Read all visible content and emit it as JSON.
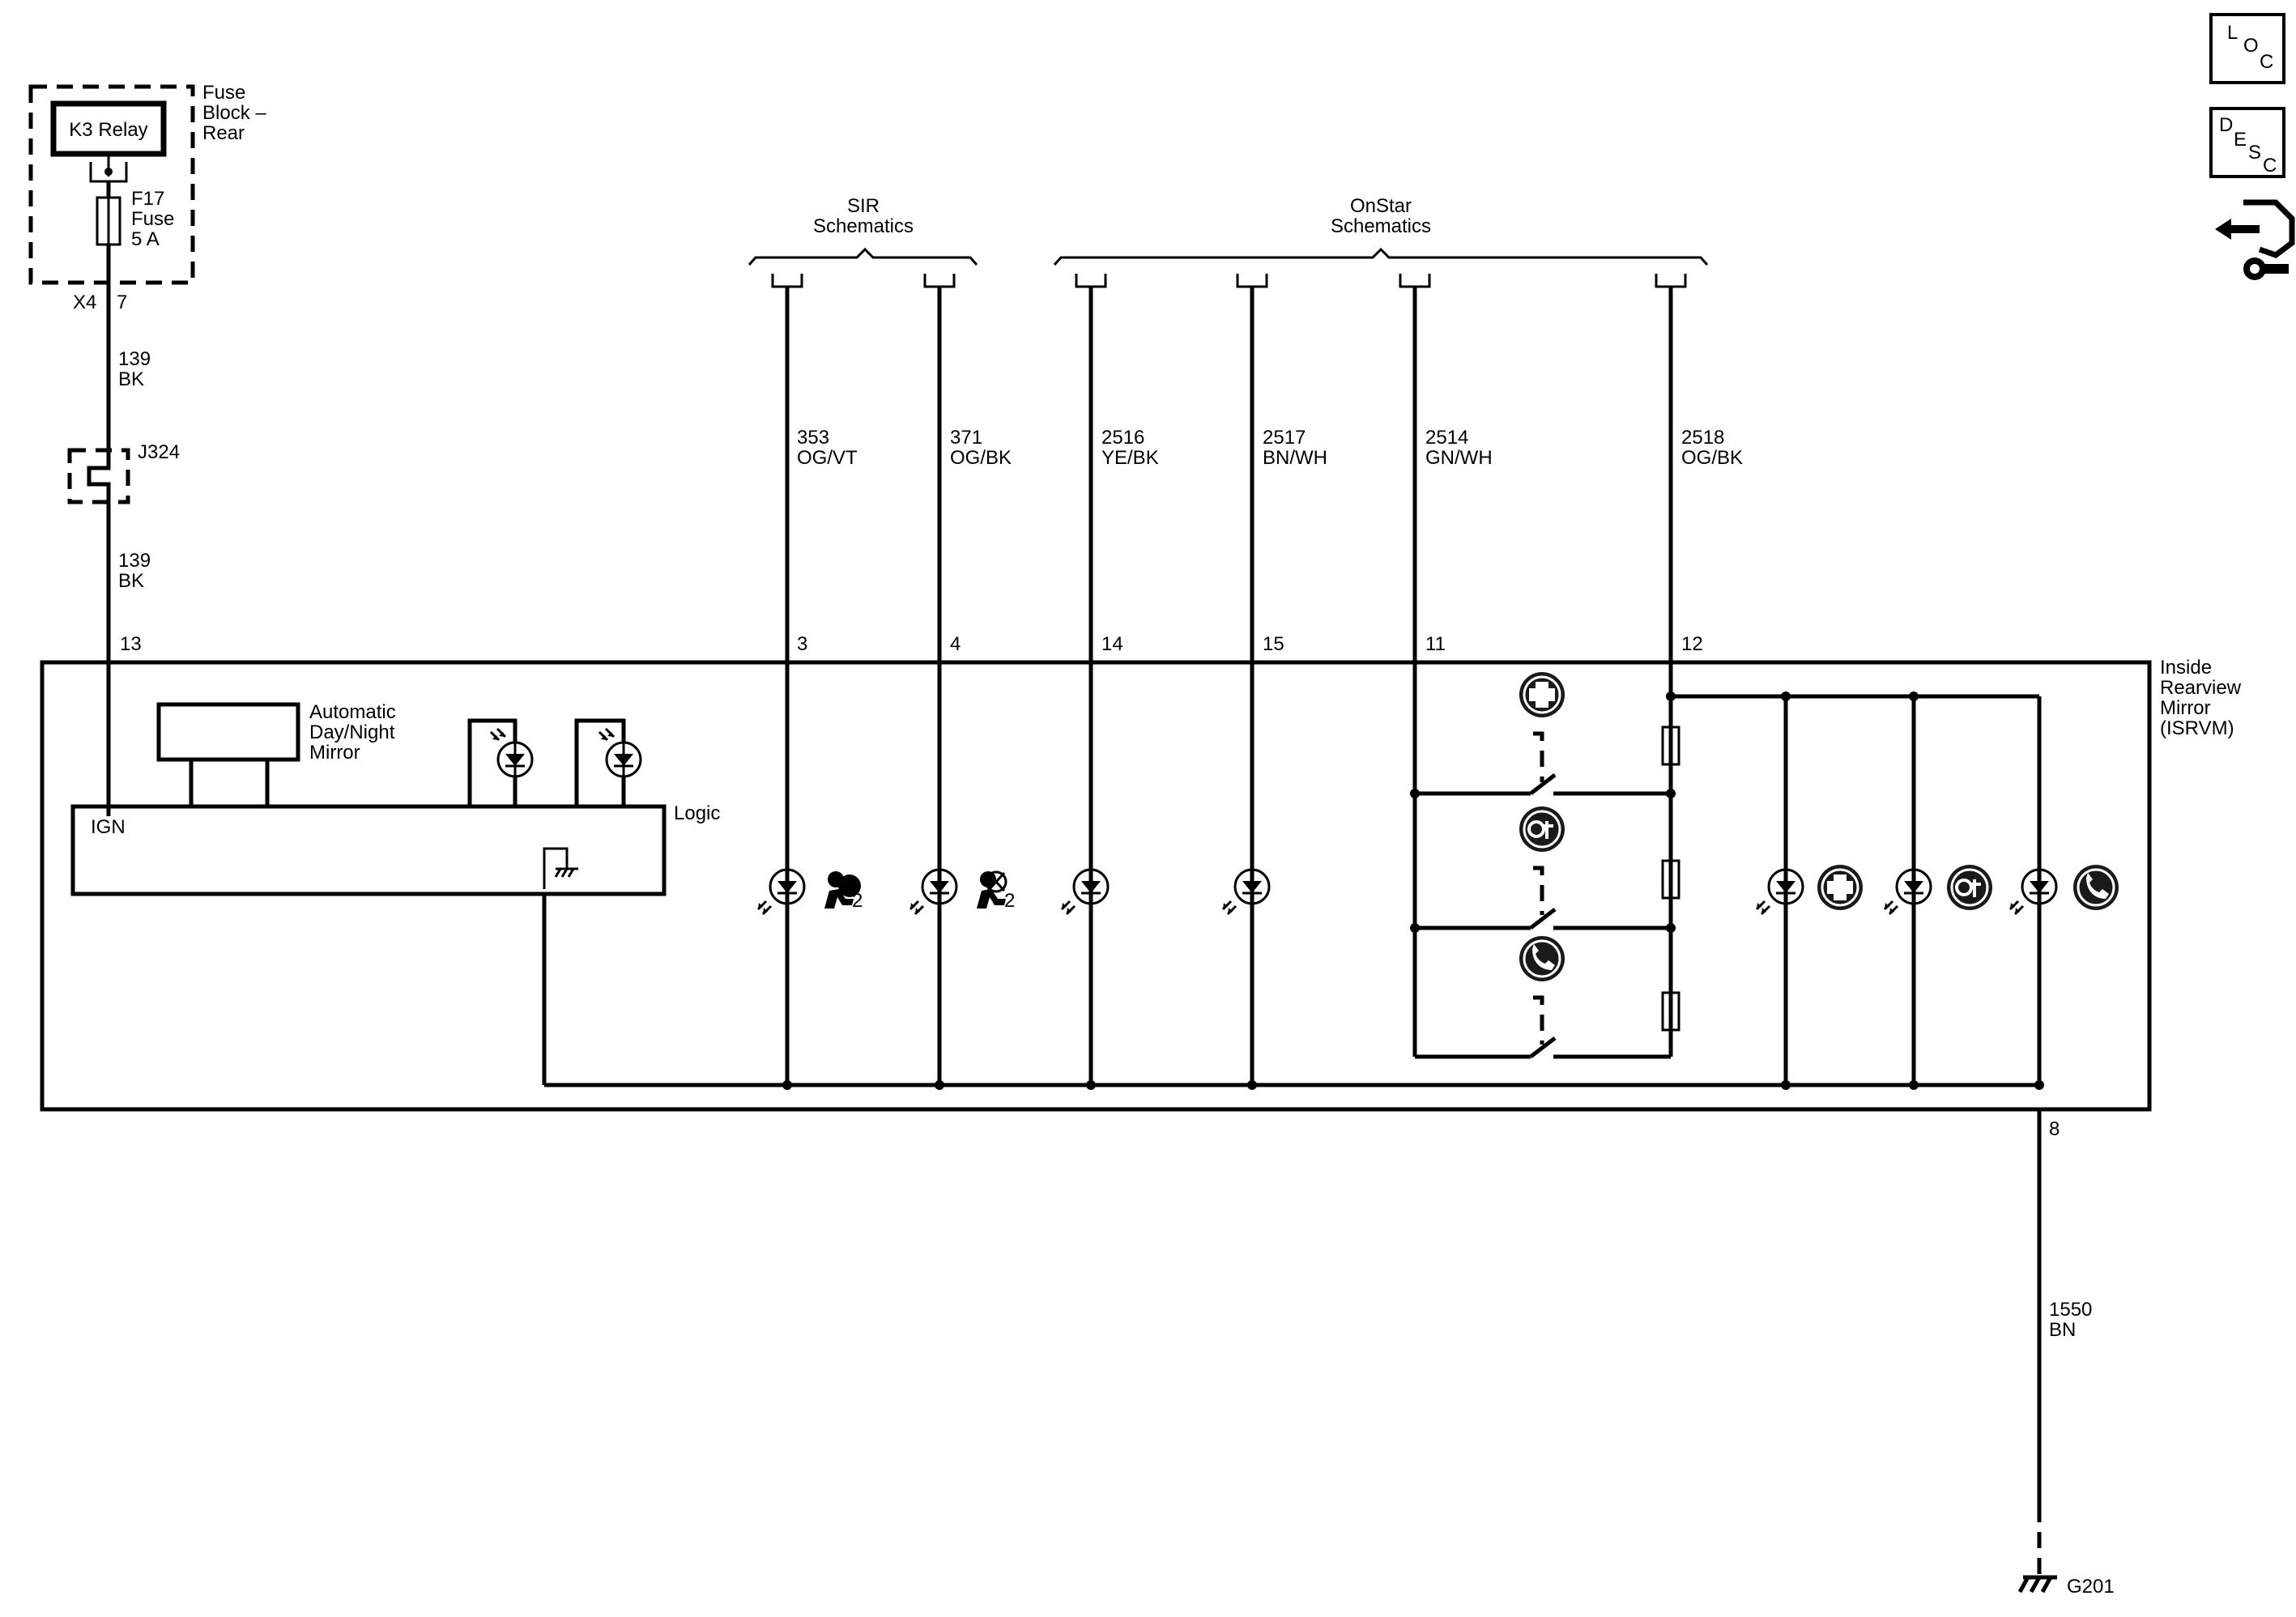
{
  "fuse_block": {
    "relay_label": "K3 Relay",
    "title_lines": [
      "Fuse",
      "Block –",
      "Rear"
    ],
    "fuse_lines": [
      "F17",
      "Fuse",
      "5 A"
    ],
    "connector": "X4",
    "pin": "7"
  },
  "ign_circuit": {
    "upper_wire": {
      "circuit": "139",
      "color": "BK"
    },
    "splice": "J324",
    "lower_wire": {
      "circuit": "139",
      "color": "BK"
    },
    "mirror_pin": "13"
  },
  "groups": {
    "sir": [
      "SIR",
      "Schematics"
    ],
    "onstar": [
      "OnStar",
      "Schematics"
    ]
  },
  "circuits": [
    {
      "circuit": "353",
      "color": "OG/VT",
      "pin": "3"
    },
    {
      "circuit": "371",
      "color": "OG/BK",
      "pin": "4"
    },
    {
      "circuit": "2516",
      "color": "YE/BK",
      "pin": "14"
    },
    {
      "circuit": "2517",
      "color": "BN/WH",
      "pin": "15"
    },
    {
      "circuit": "2514",
      "color": "GN/WH",
      "pin": "11"
    },
    {
      "circuit": "2518",
      "color": "OG/BK",
      "pin": "12"
    }
  ],
  "mirror": {
    "name_lines": [
      "Inside",
      "Rearview",
      "Mirror",
      "(ISRVM)"
    ],
    "auto_dimming_lines": [
      "Automatic",
      "Day/Night",
      "Mirror"
    ],
    "logic_label": "Logic",
    "ign_label": "IGN",
    "airbag_index": "2"
  },
  "ground_circuit": {
    "pin": "8",
    "circuit": "1550",
    "color": "BN",
    "ground": "G201"
  },
  "side_icons": {
    "loc": [
      "L",
      "O",
      "C"
    ],
    "desc": [
      "D",
      "E",
      "S",
      "C"
    ]
  }
}
